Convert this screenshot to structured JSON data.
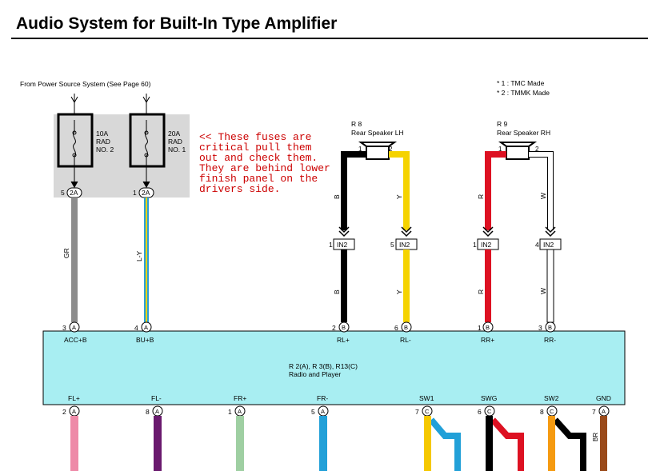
{
  "title": "Audio System for Built-In Type Amplifier",
  "source_note": "From Power Source System (See Page 60)",
  "legend": [
    "* 1 : TMC Made",
    "* 2 : TMMK Made"
  ],
  "annotation": "<< These fuses are critical pull them out and check them. They are behind lower finish panel on the drivers side.",
  "fuses": [
    {
      "amp": "10A",
      "name_line1": "RAD",
      "name_line2": "NO. 2",
      "pin": "5",
      "conn": "2A",
      "wire": "GR"
    },
    {
      "amp": "20A",
      "name_line1": "RAD",
      "name_line2": "NO. 1",
      "pin": "1",
      "conn": "2A",
      "wire": "L-Y"
    }
  ],
  "speakers": [
    {
      "ref": "R 8",
      "name": "Rear Speaker LH",
      "pin1": "1",
      "pin2": "2"
    },
    {
      "ref": "R 9",
      "name": "Rear Speaker RH",
      "pin1": "1",
      "pin2": "2"
    }
  ],
  "in2_connectors": [
    {
      "pin": "1",
      "label": "IN2",
      "wire_top": "B",
      "wire_bottom": "B"
    },
    {
      "pin": "5",
      "label": "IN2",
      "wire_top": "Y",
      "wire_bottom": "Y"
    },
    {
      "pin": "1",
      "label": "IN2",
      "wire_top": "R",
      "wire_bottom": "R"
    },
    {
      "pin": "4",
      "label": "IN2",
      "wire_top": "W",
      "wire_bottom": "W"
    }
  ],
  "radio": {
    "line1": "R 2(A), R 3(B), R13(C)",
    "line2": "Radio and Player",
    "top_pins": [
      {
        "pin": "3",
        "conn": "A",
        "label": "ACC+B"
      },
      {
        "pin": "4",
        "conn": "A",
        "label": "BU+B"
      },
      {
        "pin": "2",
        "conn": "B",
        "label": "RL+"
      },
      {
        "pin": "6",
        "conn": "B",
        "label": "RL-"
      },
      {
        "pin": "1",
        "conn": "B",
        "label": "RR+"
      },
      {
        "pin": "3",
        "conn": "B",
        "label": "RR-"
      }
    ],
    "bottom_pins": [
      {
        "pin": "2",
        "conn": "A",
        "label": "FL+"
      },
      {
        "pin": "8",
        "conn": "A",
        "label": "FL-"
      },
      {
        "pin": "1",
        "conn": "A",
        "label": "FR+"
      },
      {
        "pin": "5",
        "conn": "A",
        "label": "FR-"
      },
      {
        "pin": "7",
        "conn": "C",
        "label": "SW1"
      },
      {
        "pin": "6",
        "conn": "C",
        "label": "SWG"
      },
      {
        "pin": "8",
        "conn": "C",
        "label": "SW2"
      },
      {
        "pin": "7",
        "conn": "A",
        "label": "GND"
      }
    ],
    "gnd_wire": "BR"
  },
  "colors": {
    "GR": "#8c8c8c",
    "L": "#2a9fd6",
    "Y_stripe": "#e8d400",
    "B": "#000000",
    "Y": "#f5d300",
    "R": "#dd1122",
    "W": "#ffffff",
    "FL+": "#ee8aa8",
    "FL-": "#6a1a6e",
    "FR+": "#9fcfa2",
    "FR-": "#22a0d8",
    "SW1a": "#f5c800",
    "SW1b": "#22a0d8",
    "SWGa": "#000000",
    "SWGb": "#dd1122",
    "SW2a": "#f59a10",
    "SW2b": "#000000",
    "GND": "#9a4a1a",
    "radio_fill": "#a8eef2",
    "fuse_box": "#d8d8d8",
    "annotation": "#cc0000"
  }
}
